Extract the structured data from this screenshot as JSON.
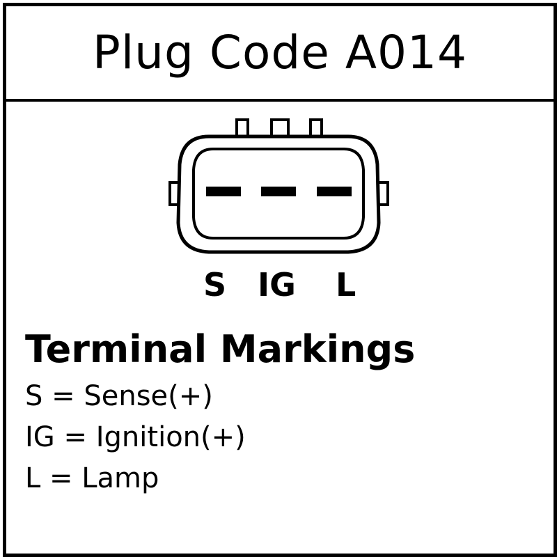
{
  "title": "Plug Code A014",
  "connector": {
    "pins": [
      "S",
      "IG",
      "L"
    ]
  },
  "terminal_markings": {
    "heading": "Terminal Markings",
    "items": [
      "S = Sense(+)",
      "IG = Ignition(+)",
      "L = Lamp"
    ]
  },
  "colors": {
    "line": "#000000",
    "background": "#ffffff"
  }
}
